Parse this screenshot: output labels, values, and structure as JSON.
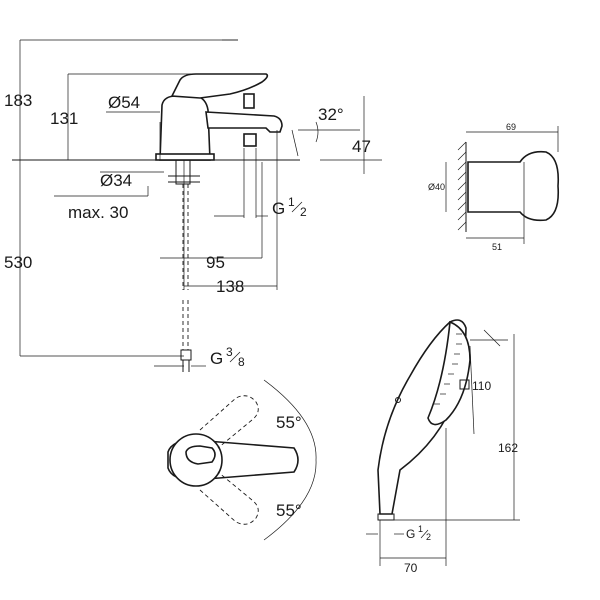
{
  "faucet": {
    "dim_183": "183",
    "dim_131": "131",
    "dim_54": "Ø54",
    "dim_angle": "32°",
    "dim_47": "47",
    "dim_34": "Ø34",
    "dim_max": "max. 30",
    "dim_g12_base": "G",
    "dim_g12_num": "1",
    "dim_g12_den": "2",
    "dim_530": "530",
    "dim_95": "95",
    "dim_138": "138",
    "dim_g38_base": "G",
    "dim_g38_num": "3",
    "dim_g38_den": "8"
  },
  "holder": {
    "dim_69": "69",
    "dim_40": "Ø40",
    "dim_51": "51"
  },
  "top_view": {
    "angle_top": "55°",
    "angle_bottom": "55°"
  },
  "handshower": {
    "dim_110": "110",
    "dim_162": "162",
    "dim_g12_base": "G",
    "dim_g12_num": "1",
    "dim_g12_den": "2",
    "dim_70": "70"
  }
}
